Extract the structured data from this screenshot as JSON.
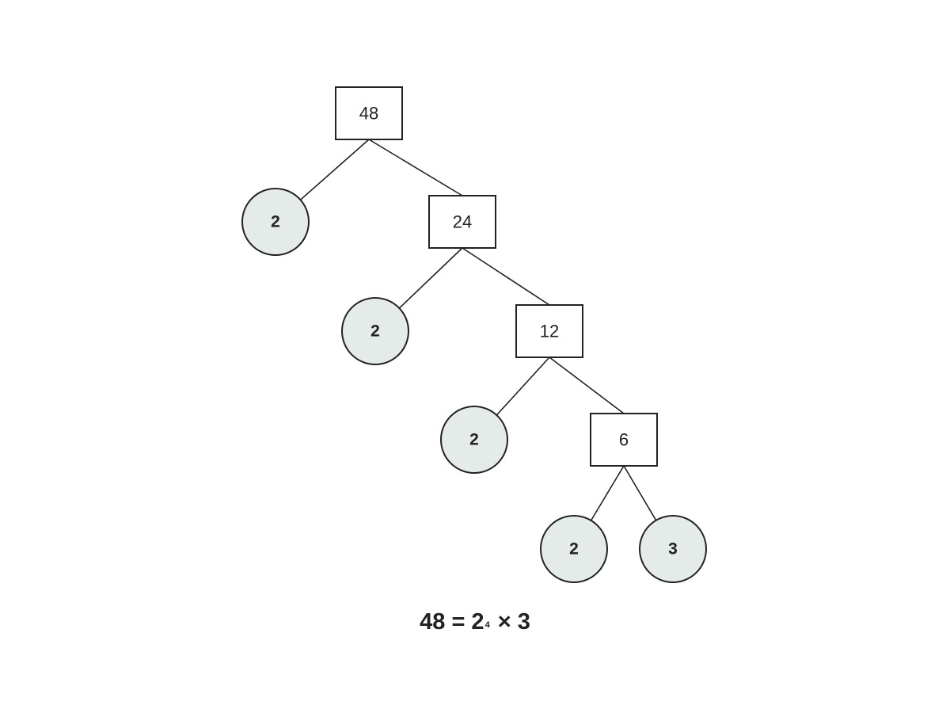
{
  "tree": {
    "root": "48",
    "nodes": [
      {
        "id": "n48",
        "value": "48",
        "kind": "composite",
        "children": [
          "p1",
          "n24"
        ]
      },
      {
        "id": "p1",
        "value": "2",
        "kind": "prime"
      },
      {
        "id": "n24",
        "value": "24",
        "kind": "composite",
        "children": [
          "p2",
          "n12"
        ]
      },
      {
        "id": "p2",
        "value": "2",
        "kind": "prime"
      },
      {
        "id": "n12",
        "value": "12",
        "kind": "composite",
        "children": [
          "p3",
          "n6"
        ]
      },
      {
        "id": "p3",
        "value": "2",
        "kind": "prime"
      },
      {
        "id": "n6",
        "value": "6",
        "kind": "composite",
        "children": [
          "p4",
          "p5"
        ]
      },
      {
        "id": "p4",
        "value": "2",
        "kind": "prime"
      },
      {
        "id": "p5",
        "value": "3",
        "kind": "prime"
      }
    ]
  },
  "equation": {
    "lhs": "48 = 2",
    "exponent": "4",
    "rhs": " × 3"
  },
  "colors": {
    "prime_fill": "#e4ebe8",
    "stroke": "#222222",
    "composite_fill": "#ffffff"
  }
}
